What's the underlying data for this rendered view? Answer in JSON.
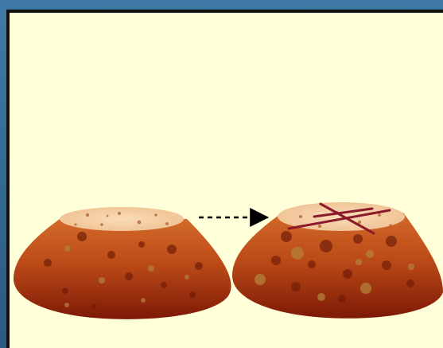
{
  "diagram": {
    "colors": {
      "background": "#ffffd9",
      "border": "#111111",
      "mound_top": "#f6d0a7",
      "mound_mid": "#c24f16",
      "mound_bottom": "#7a1805",
      "speck": "#b76a34",
      "crack": "#8b1a2b",
      "arrow": "#000000"
    },
    "nodes": [
      {
        "id": "mound-before",
        "icon": "soil-mound-icon",
        "cracked": false
      },
      {
        "id": "mound-after",
        "icon": "cracked-soil-mound-icon",
        "cracked": true
      }
    ],
    "edges": [
      {
        "from": "mound-before",
        "to": "mound-after",
        "style": "dashed-arrow"
      }
    ]
  }
}
